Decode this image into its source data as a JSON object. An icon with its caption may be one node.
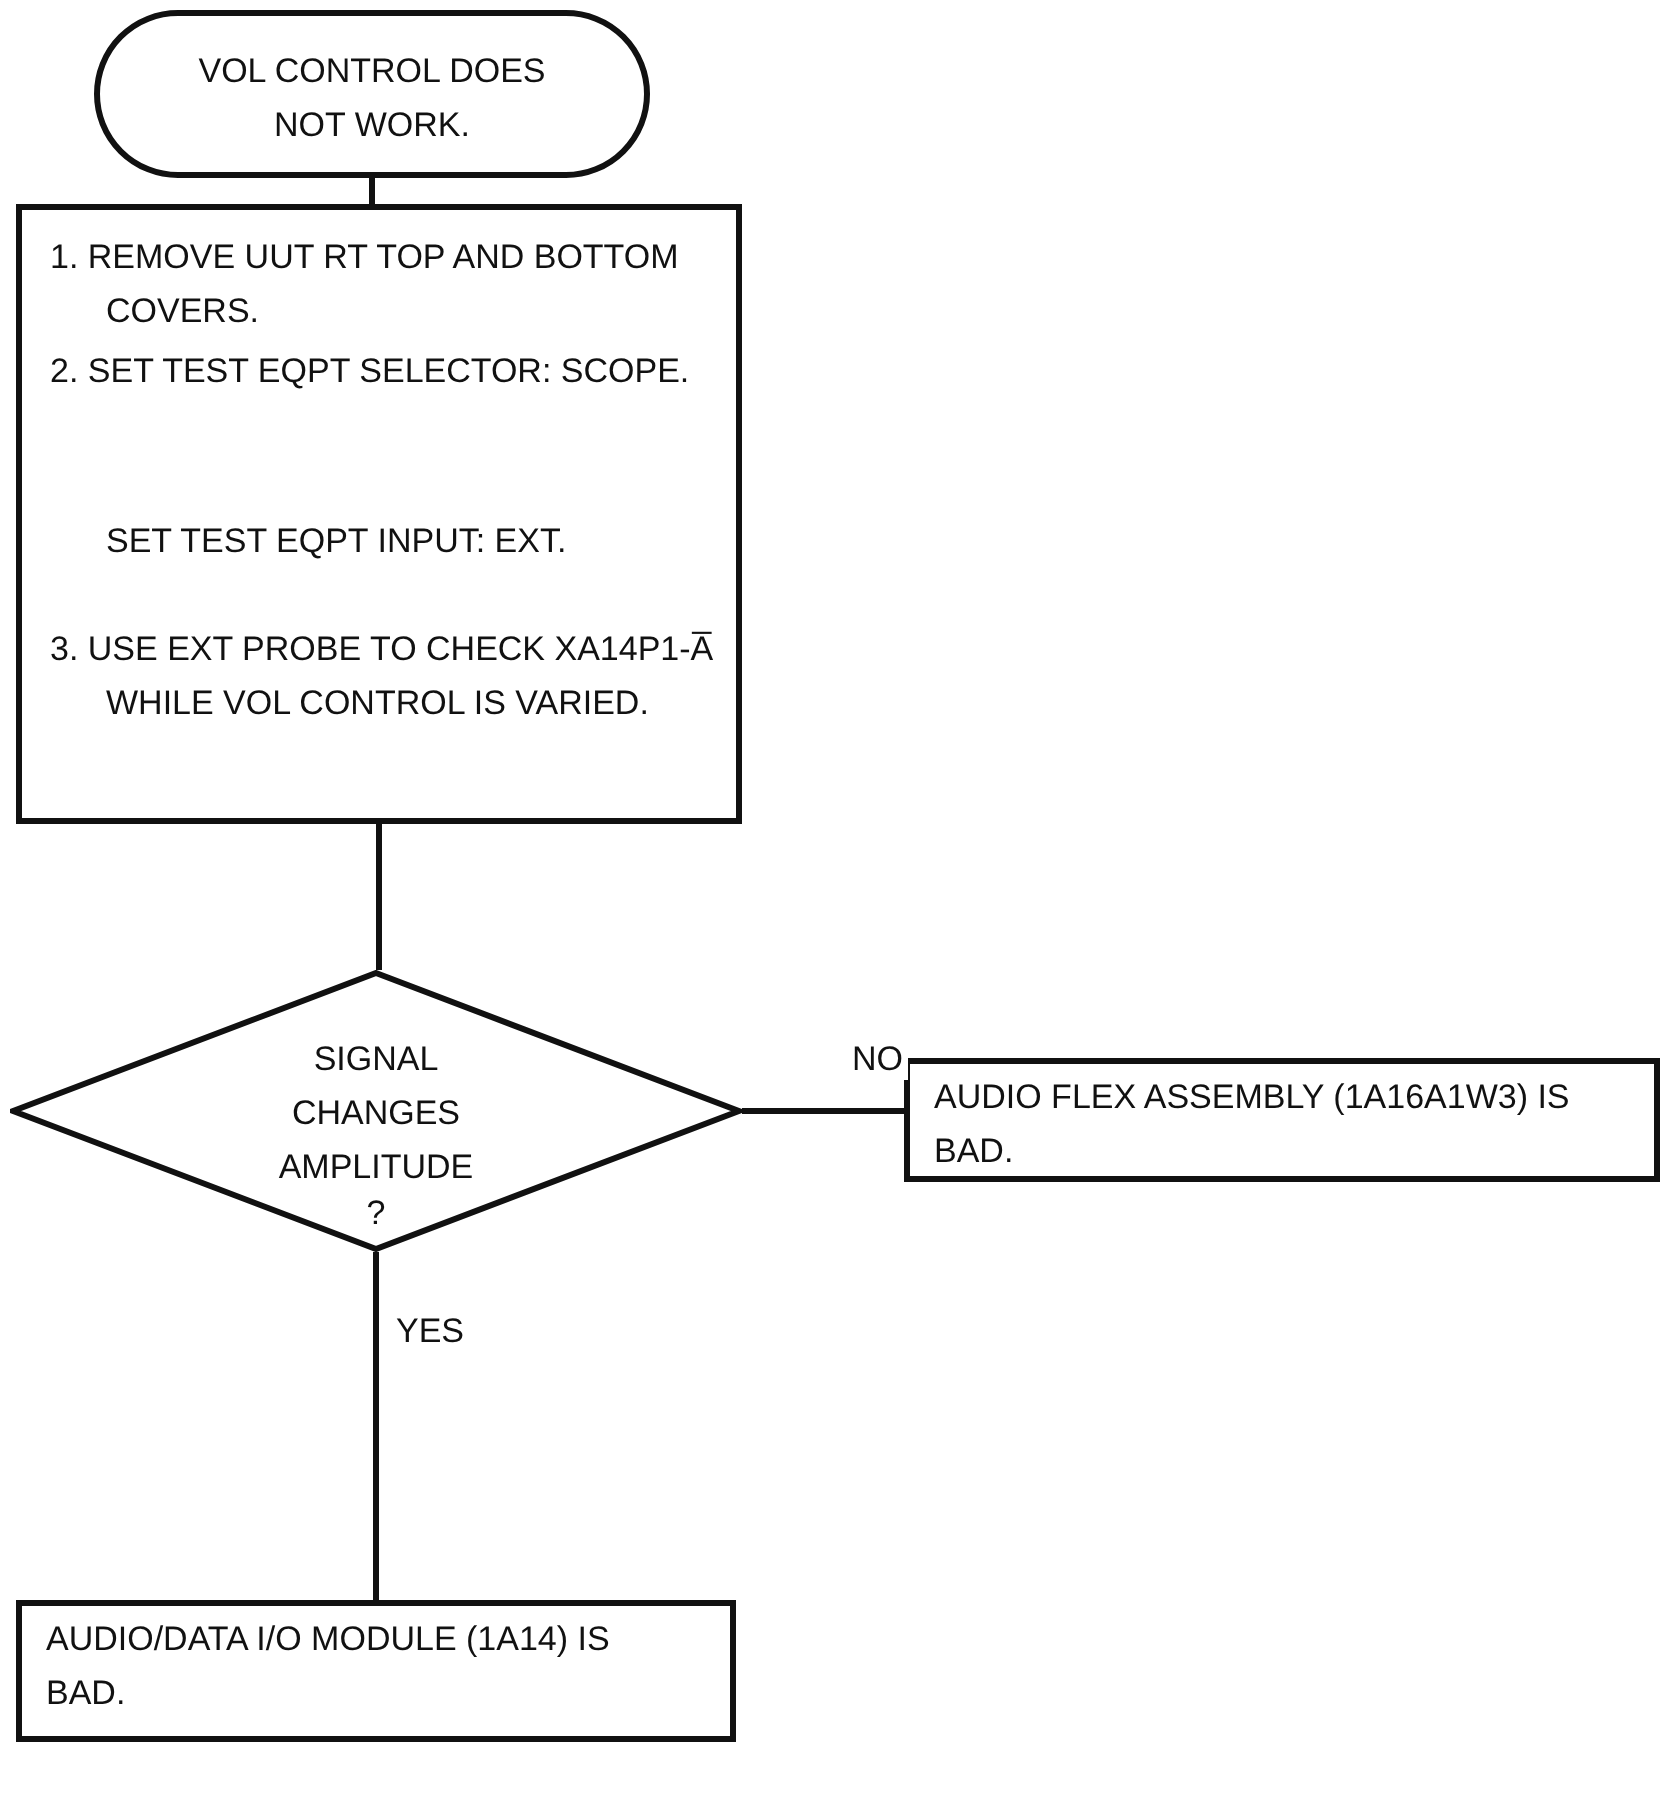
{
  "diagram": {
    "nodes": [
      {
        "text": [
          "VOL CONTROL DOES NOT WORK."
        ]
      },
      {
        "text": [
          "1. REMOVE UUT RT TOP AND BOTTOM COVERS.",
          "2. SET TEST EQPT SELECTOR: SCOPE.",
          "SET TEST EQPT INPUT: EXT.",
          "3. USE EXT PROBE TO CHECK XA14P1-A̅ WHILE VOL CONTROL IS VARIED."
        ]
      },
      {
        "text": [
          "SIGNAL CHANGES AMPLITUDE",
          "?"
        ]
      },
      {
        "text": [
          "AUDIO FLEX ASSEMBLY (1A16A1W3) IS BAD."
        ]
      },
      {
        "text": [
          "AUDIO/DATA I/O MODULE (1A14) IS BAD."
        ]
      }
    ],
    "edges": [
      {
        "from": 0,
        "to": 1,
        "arrow": "none"
      },
      {
        "from": 1,
        "to": 2,
        "arrow": "none"
      },
      {
        "from": 2,
        "to": 3,
        "arrow": "none",
        "label": "NO"
      },
      {
        "from": 2,
        "to": 4,
        "arrow": "none",
        "label": "YES"
      }
    ]
  }
}
